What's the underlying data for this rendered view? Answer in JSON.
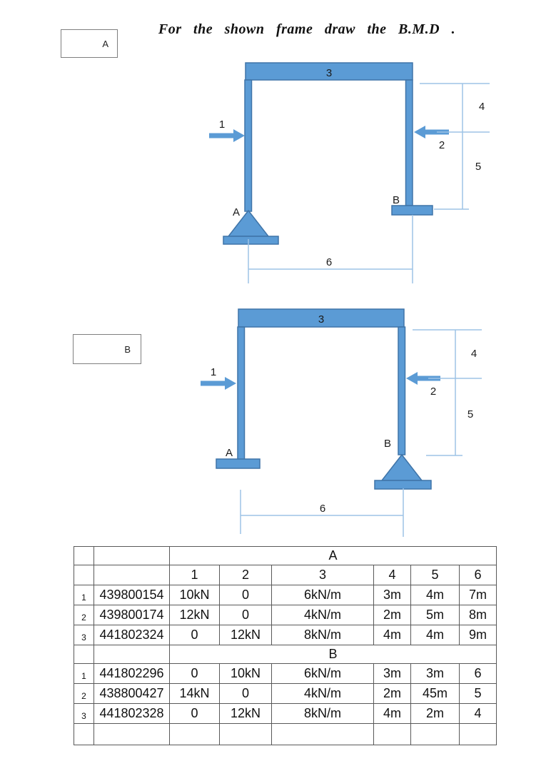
{
  "page": {
    "title": "For the shown frame draw the B.M.D ."
  },
  "section_a": {
    "box_label": "A"
  },
  "section_b": {
    "box_label": "B"
  },
  "colors": {
    "member_fill": "#5b9bd5",
    "member_stroke": "#3f74a8",
    "dimension_line": "#9dc3e6"
  },
  "frame_a": {
    "beam_load_label": "3",
    "left_force_label": "1",
    "right_force_label": "2",
    "upper_height_label": "4",
    "lower_height_label": "5",
    "span_label": "6",
    "left_support_label": "A",
    "right_support_label": "B"
  },
  "frame_b": {
    "beam_load_label": "3",
    "left_force_label": "1",
    "right_force_label": "2",
    "upper_height_label": "4",
    "lower_height_label": "5",
    "span_label": "6",
    "left_support_label": "A",
    "right_support_label": "B"
  },
  "table": {
    "section_a_header": "A",
    "section_b_header": "B",
    "column_numbers": [
      "1",
      "2",
      "3",
      "4",
      "5",
      "6"
    ],
    "rows_a": [
      {
        "num": "1",
        "id": "439800154",
        "c1": "10kN",
        "c2": "0",
        "c3": "6kN/m",
        "c4": "3m",
        "c5": "4m",
        "c6": "7m"
      },
      {
        "num": "2",
        "id": "439800174",
        "c1": "12kN",
        "c2": "0",
        "c3": "4kN/m",
        "c4": "2m",
        "c5": "5m",
        "c6": "8m"
      },
      {
        "num": "3",
        "id": "441802324",
        "c1": "0",
        "c2": "12kN",
        "c3": "8kN/m",
        "c4": "4m",
        "c5": "4m",
        "c6": "9m"
      }
    ],
    "rows_b": [
      {
        "num": "1",
        "id": "441802296",
        "c1": "0",
        "c2": "10kN",
        "c3": "6kN/m",
        "c4": "3m",
        "c5": "3m",
        "c6": "6"
      },
      {
        "num": "2",
        "id": "438800427",
        "c1": "14kN",
        "c2": "0",
        "c3": "4kN/m",
        "c4": "2m",
        "c5": "45m",
        "c6": "5"
      },
      {
        "num": "3",
        "id": "441802328",
        "c1": "0",
        "c2": "12kN",
        "c3": "8kN/m",
        "c4": "4m",
        "c5": "2m",
        "c6": "4"
      }
    ]
  }
}
